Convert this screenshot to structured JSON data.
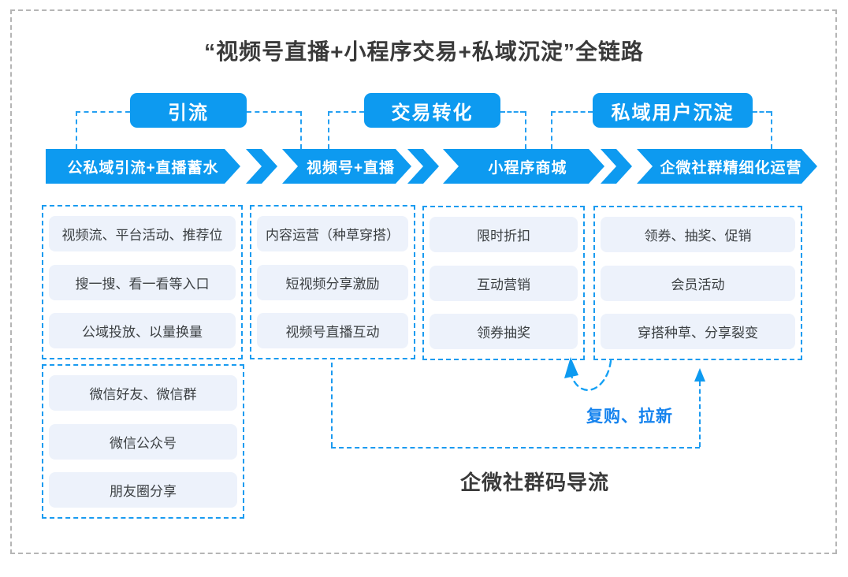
{
  "title": "“视频号直播+小程序交易+私域沉淀”全链路",
  "tabs": [
    {
      "label": "引流"
    },
    {
      "label": "交易转化"
    },
    {
      "label": "私域用户沉淀"
    }
  ],
  "stages": [
    {
      "label": "公私域引流+直播蓄水"
    },
    {
      "label": "视频号+直播"
    },
    {
      "label": "小程序商城"
    },
    {
      "label": "企微社群精细化运营"
    }
  ],
  "columns": [
    {
      "items": [
        "视频流、平台活动、推荐位",
        "搜一搜、看一看等入口",
        "公域投放、以量换量"
      ]
    },
    {
      "items": [
        "内容运营（种草穿搭）",
        "短视频分享激励",
        "视频号直播互动"
      ]
    },
    {
      "items": [
        "限时折扣",
        "互动营销",
        "领券抽奖"
      ]
    },
    {
      "items": [
        "领券、抽奖、促销",
        "会员活动",
        "穿搭种草、分享裂变"
      ]
    }
  ],
  "extra_box": {
    "items": [
      "微信好友、微信群",
      "微信公众号",
      "朋友圈分享"
    ]
  },
  "loop_label": "复购、拉新",
  "bottom_label": "企微社群码导流",
  "colors": {
    "accent_blue": "#0d9af0",
    "dashed_blue": "#199bf0",
    "item_fill": "#edf2fb",
    "loop_text_blue": "#1583ee",
    "title_text": "#3a3a3a",
    "outer_border_gray": "#b5b5b5"
  }
}
